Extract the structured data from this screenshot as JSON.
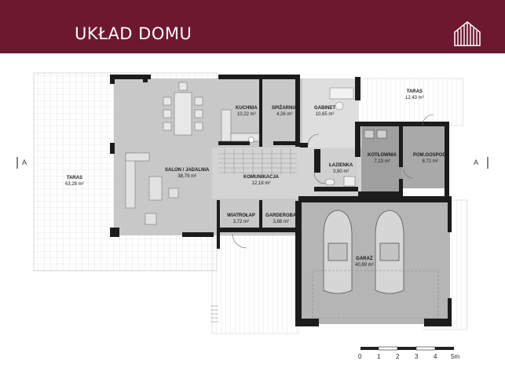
{
  "header": {
    "title": "UKŁAD DOMU",
    "logo_icon": "house-roof-stripes-icon",
    "background": "#6e1830"
  },
  "rooms": {
    "taras_left": {
      "name": "TARAS",
      "area": "63,28 m²"
    },
    "taras_right": {
      "name": "TARAS",
      "area": "12,43 m²"
    },
    "kuchnia": {
      "name": "KUCHNIA",
      "area": "10,22 m²"
    },
    "spizarnia": {
      "name": "SPIŻARNIA",
      "area": "4,26 m²"
    },
    "gabinet": {
      "name": "GABINET",
      "area": "10,65 m²"
    },
    "salon": {
      "name": "SALON / JADALNIA",
      "area": "38,79 m²"
    },
    "komunikacja": {
      "name": "KOMUNIKACJA",
      "area": "12,18 m²"
    },
    "lazienka": {
      "name": "ŁAZIENKA",
      "area": "3,90 m²"
    },
    "kotlownia": {
      "name": "KOTŁOWNIA",
      "area": "7,13 m²"
    },
    "pom_gospod": {
      "name": "POM.GOSPOD.",
      "area": "8,72 m²"
    },
    "wiatrolap": {
      "name": "WIATROŁAP",
      "area": "3,72 m²"
    },
    "garderoba": {
      "name": "GARDEROBA",
      "area": "3,88 m²"
    },
    "garaz": {
      "name": "GARAŻ",
      "area": "40,89 m²"
    }
  },
  "section_markers": {
    "left": "A",
    "right": "A"
  },
  "scale": {
    "labels": [
      "0",
      "1",
      "2",
      "3",
      "4",
      "5m"
    ]
  },
  "colors": {
    "wall": "#1c1c1c",
    "room_fill": "#c9c9c9",
    "garage_fill": "#b9b9b9",
    "terrace_grid": "#d8d8d8"
  }
}
